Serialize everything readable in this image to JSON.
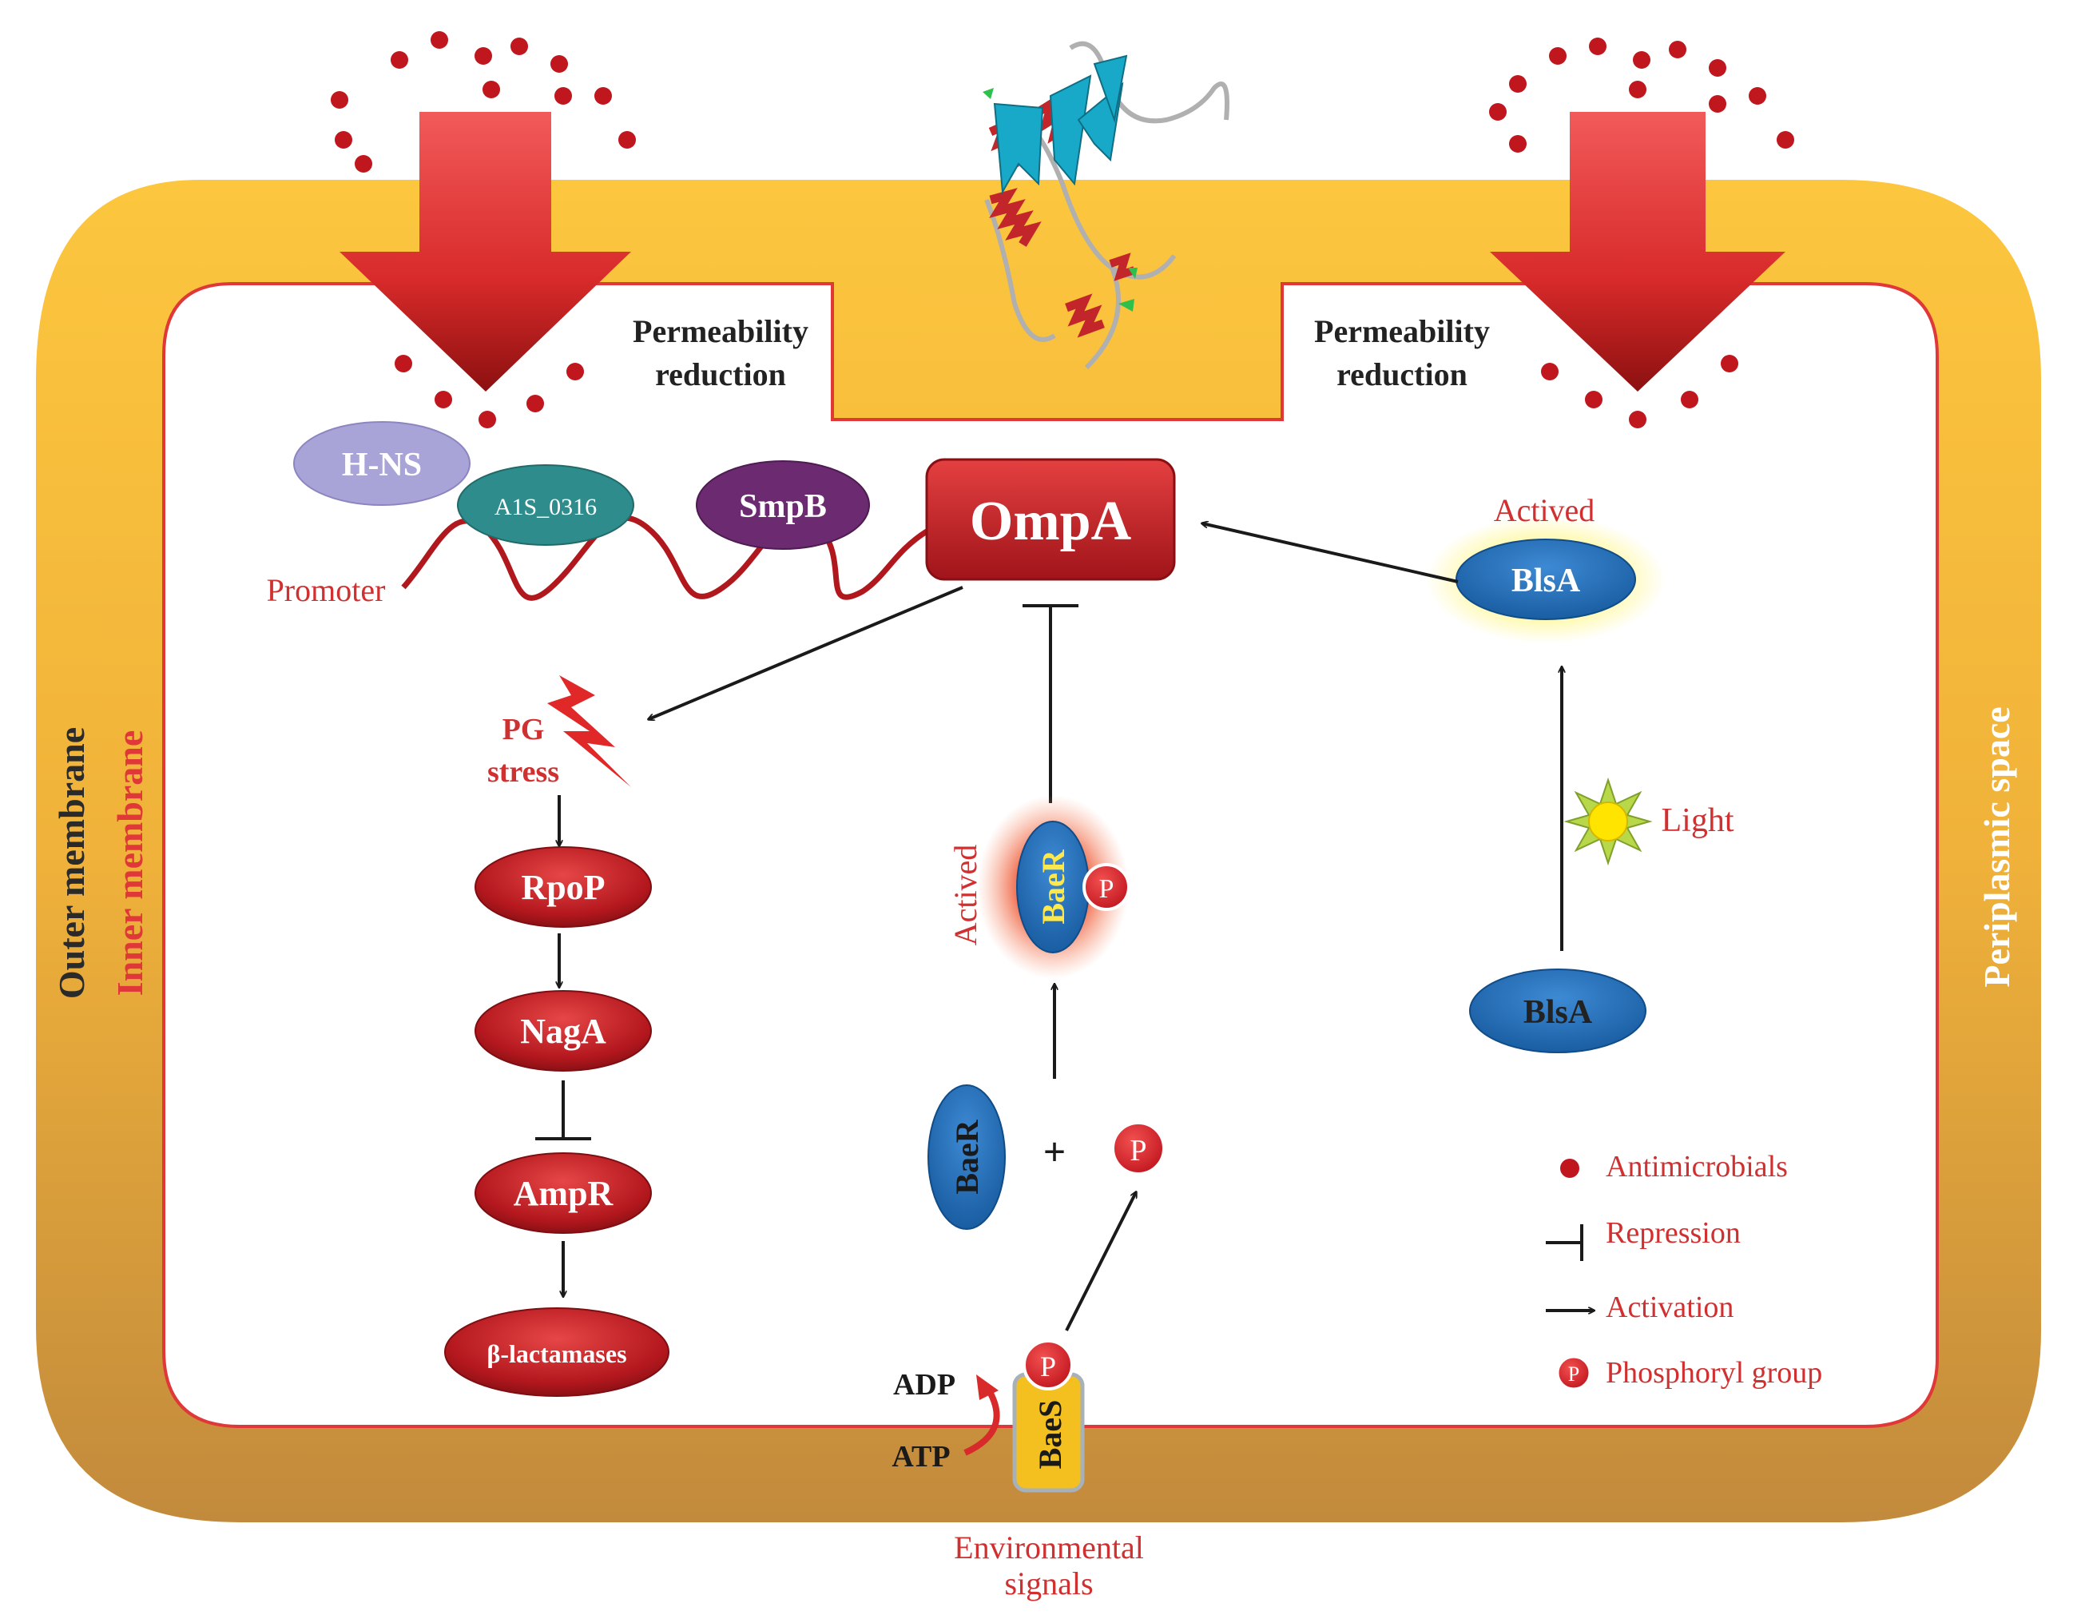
{
  "labels": {
    "permeability_left": [
      "Permeability",
      "reduction"
    ],
    "permeability_right": [
      "Permeability",
      "reduction"
    ],
    "outer_membrane": "Outer membrane",
    "inner_membrane": "Inner membrane",
    "periplasmic_space": "Periplasmic space",
    "promoter": "Promoter",
    "pg_stress": [
      "PG",
      "stress"
    ],
    "actived_blsa": "Actived",
    "actived_baer": "Actived",
    "light": "Light",
    "adp": "ADP",
    "atp": "ATP",
    "environmental_signals": [
      "Environmental",
      "signals"
    ],
    "plus": "+"
  },
  "nodes": {
    "hns": "H-NS",
    "a1s": "A1S_0316",
    "smpb": "SmpB",
    "ompa": "OmpA",
    "blsa_active": "BlsA",
    "blsa_inactive": "BlsA",
    "rpop": "RpoP",
    "naga": "NagA",
    "ampr": "AmpR",
    "beta_lactamases": "β-lactamases",
    "baer_active": "BaeR",
    "baer_inactive": "BaeR",
    "baes": "BaeS",
    "p_symbol": "P"
  },
  "legend": {
    "antimicrobials": "Antimicrobials",
    "repression": "Repression",
    "activation": "Activation",
    "phosphoryl": "Phosphoryl group"
  },
  "colors": {
    "membrane_yellow": "#fcc43e",
    "membrane_brown": "#c38a3c",
    "inner_line": "#e03838",
    "red_node": "#b0181e",
    "blue_node": "#1f6bb4",
    "antimicrobial_dot": "#c0161e",
    "label_red": "#d03030"
  }
}
